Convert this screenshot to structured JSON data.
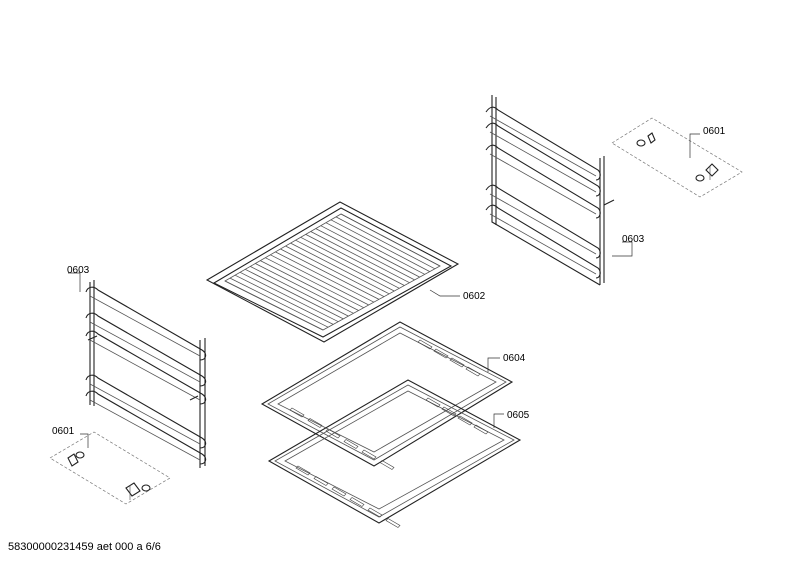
{
  "document": {
    "footer_text": "58300000231459 aet 000 a 6/6"
  },
  "parts": [
    {
      "id": "0601",
      "label": "0601"
    },
    {
      "id": "0601b",
      "label": "0601"
    },
    {
      "id": "0602",
      "label": "0602"
    },
    {
      "id": "0603",
      "label": "0603"
    },
    {
      "id": "0603b",
      "label": "0603"
    },
    {
      "id": "0604",
      "label": "0604"
    },
    {
      "id": "0605",
      "label": "0605"
    }
  ]
}
